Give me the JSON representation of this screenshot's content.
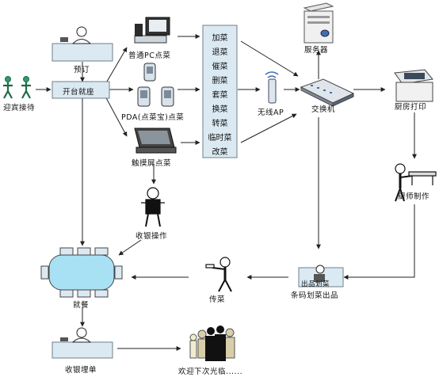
{
  "nodes": {
    "reserve": "预订",
    "guest_reception": "迎宾接待",
    "open_table": "开台就座",
    "pc_order": "普通PC点菜",
    "pda_order": "PDA(点菜宝)点菜",
    "touch_order": "触摸屏点菜",
    "server": "服务器",
    "wireless_ap": "无线AP",
    "switch": "交换机",
    "kitchen_print": "厨房打印",
    "chef_cook": "厨师制作",
    "cashier_op": "收银操作",
    "dining": "就餐",
    "serve_dish": "传菜",
    "barcode_checkout": "条码划菜出品",
    "checkout_desk": "出品划菜",
    "cashier_pay": "收银埋单",
    "farewell": "欢迎下次光临......"
  },
  "menu_items": [
    "加菜",
    "退菜",
    "催菜",
    "删菜",
    "套菜",
    "换菜",
    "转菜",
    "临时菜",
    "改菜"
  ]
}
